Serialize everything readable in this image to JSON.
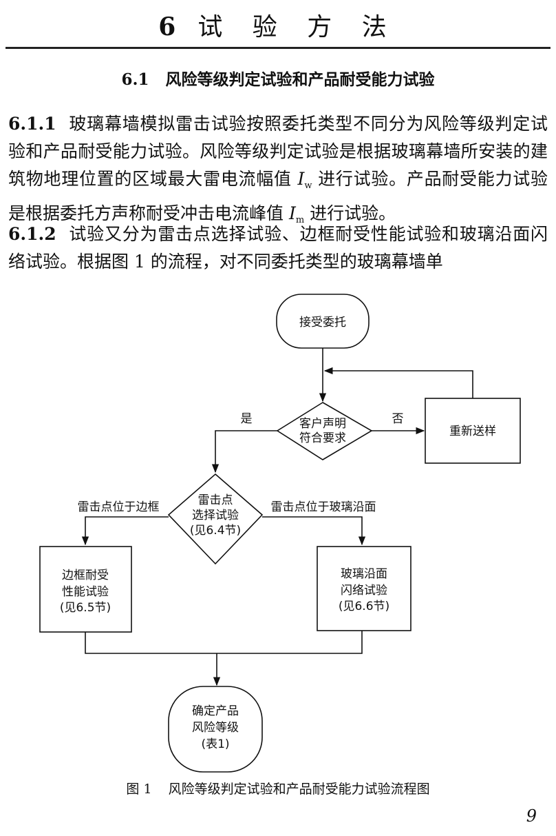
{
  "chapter": {
    "number": "6",
    "title": "试 验 方 法"
  },
  "section": {
    "number": "6.1",
    "title": "风险等级判定试验和产品耐受能力试验"
  },
  "paragraphs": [
    {
      "number": "6.1.1",
      "text_a": "玻璃幕墙模拟雷击试验按照委托类型不同分为风险等级判定试验和产品耐受能力试验。风险等级判定试验是根据玻璃幕墙所安装的建筑物地理位置的区域最大雷电流幅值",
      "symbol_a": "I",
      "sub_a": "w",
      "text_b": " 进行试验。产品耐受能力试验是根据委托方声称耐受冲击电流峰值",
      "symbol_b": "I",
      "sub_b": "m",
      "text_c": " 进行试验。"
    },
    {
      "number": "6.1.2",
      "text": "试验又分为雷击点选择试验、边框耐受性能试验和玻璃沿面闪络试验。根据图 1 的流程，对不同委托类型的玻璃幕墙单"
    }
  ],
  "flowchart": {
    "start": "接受委托",
    "decision1": [
      "客户声明",
      "符合要求"
    ],
    "yes": "是",
    "no": "否",
    "resend": "重新送样",
    "decision2": [
      "雷击点",
      "选择试验",
      "(见6.4节)"
    ],
    "left_branch": "雷击点位于边框",
    "right_branch": "雷击点位于玻璃沿面",
    "left_box": [
      "边框耐受",
      "性能试验",
      "(见6.5节)"
    ],
    "right_box": [
      "玻璃沿面",
      "闪络试验",
      "(见6.6节)"
    ],
    "end": [
      "确定产品",
      "风险等级",
      "(表1)"
    ]
  },
  "caption": {
    "figure": "图 1",
    "title": "风险等级判定试验和产品耐受能力试验流程图"
  },
  "page_number": "9"
}
